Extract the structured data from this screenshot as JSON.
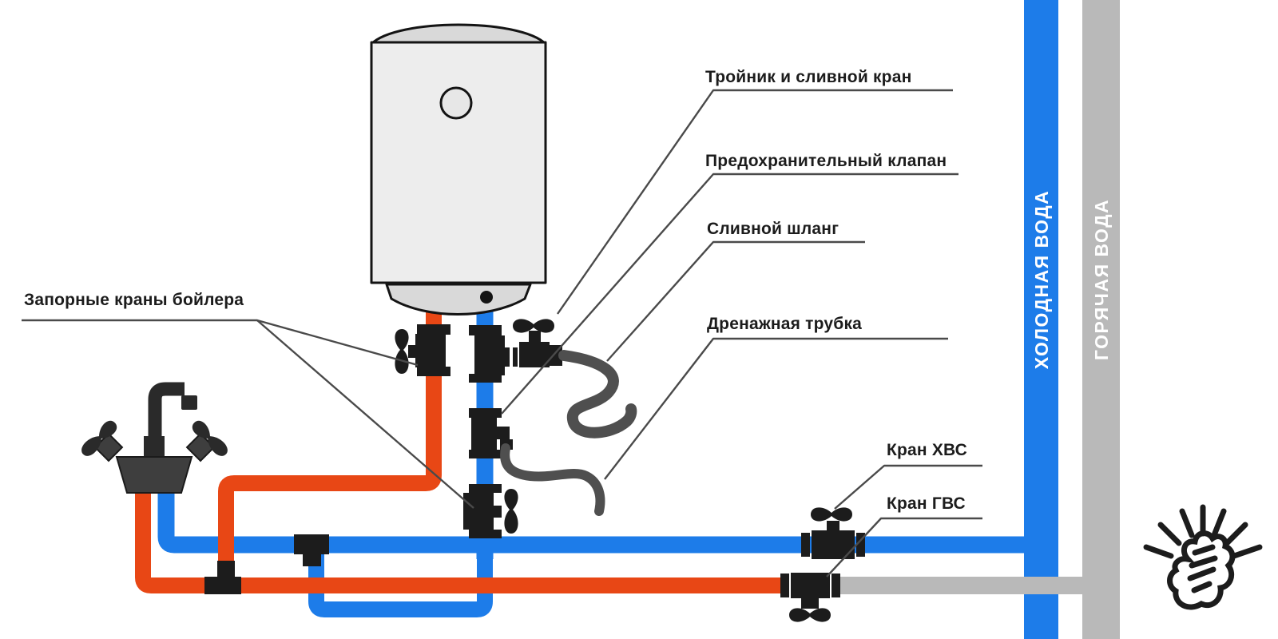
{
  "diagram": {
    "callouts": {
      "tee_drain": {
        "label": "Тройник и сливной кран"
      },
      "safety_valve": {
        "label": "Предохранительный клапан"
      },
      "drain_hose": {
        "label": "Сливной шланг"
      },
      "drain_tube": {
        "label": "Дренажная трубка"
      },
      "shutoff": {
        "label": "Запорные краны бойлера"
      },
      "cold_valve": {
        "label": "Кран ХВС"
      },
      "hot_valve": {
        "label": "Кран ГВС"
      }
    },
    "mains": {
      "cold_label": "ХОЛОДНАЯ ВОДА",
      "hot_label": "ГОРЯЧАЯ ВОДА"
    },
    "colors": {
      "cold": "#1d7ce9",
      "hot": "#e84715",
      "hot-main": "#b9b9b9",
      "fitting": "#1c1c1c",
      "hose": "#4f4f4f",
      "tank-body": "#ededed",
      "tank-cap": "#d9d9d9",
      "line": "#4a4a4a",
      "text": "#1c1c1c"
    }
  }
}
